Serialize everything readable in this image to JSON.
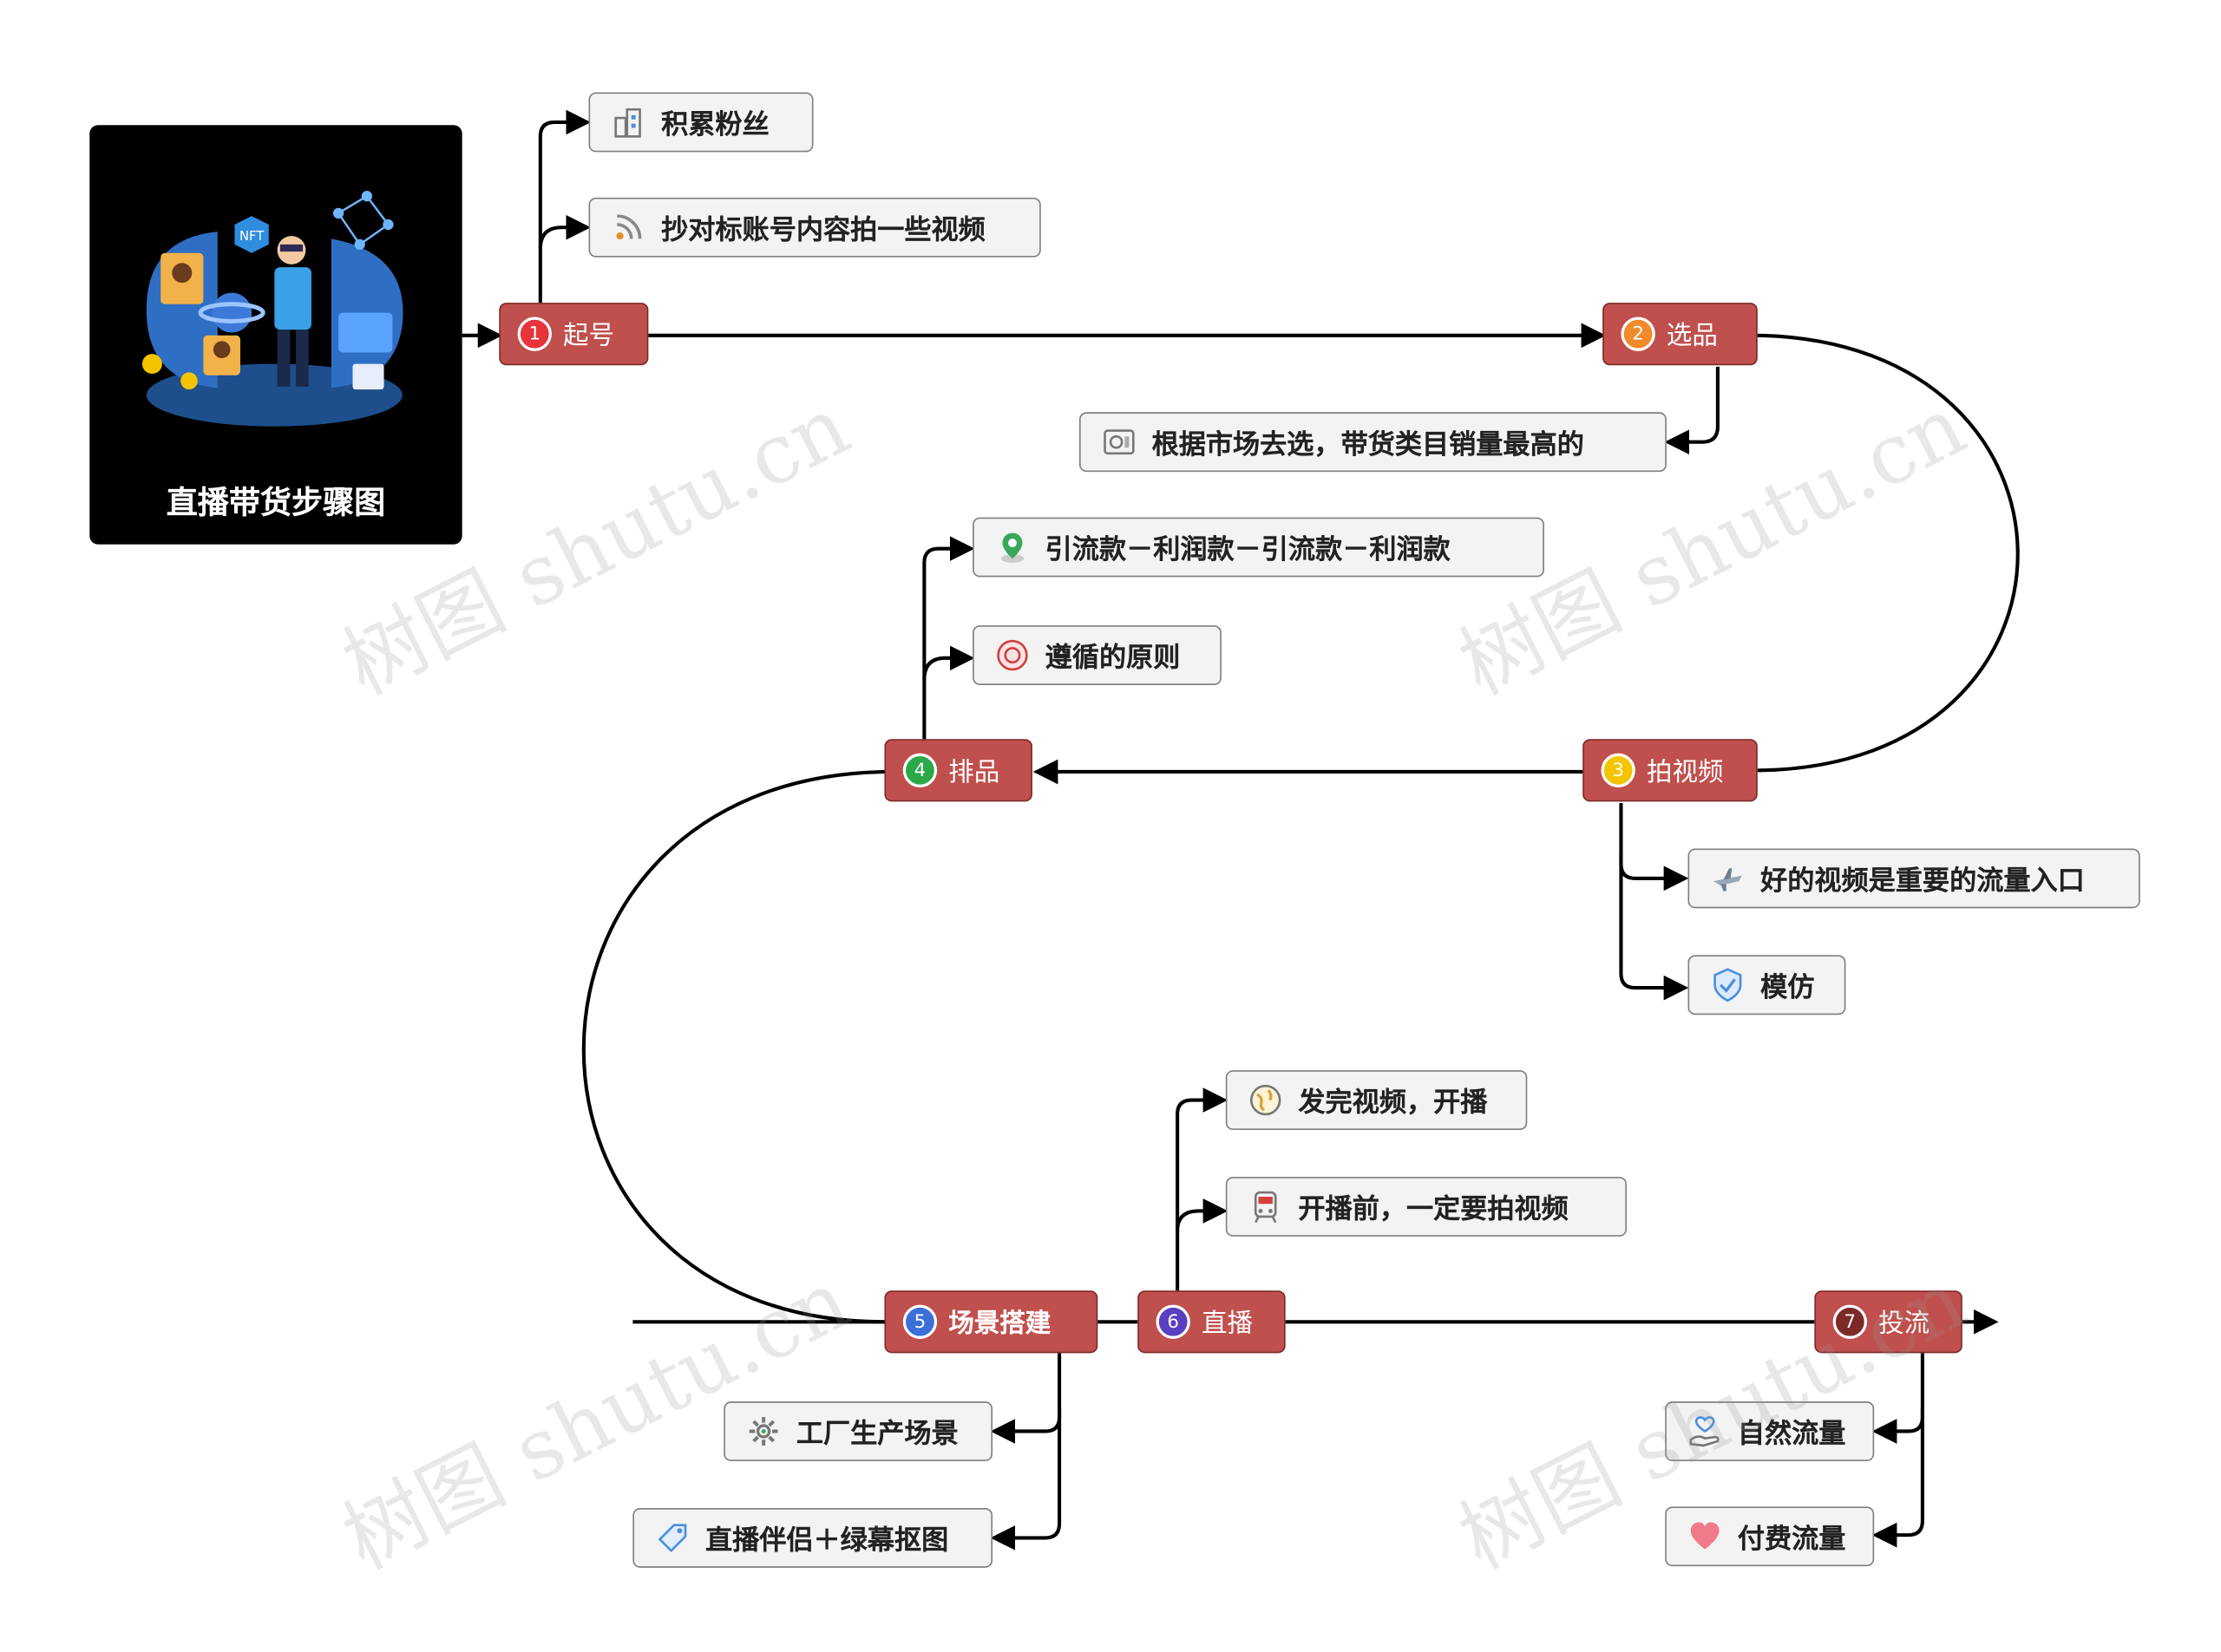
{
  "title": "直播带货步骤图",
  "steps": [
    {
      "num": "1",
      "label": "起号",
      "badge_color": "#e8333a"
    },
    {
      "num": "2",
      "label": "选品",
      "badge_color": "#f08a2a"
    },
    {
      "num": "3",
      "label": "拍视频",
      "badge_color": "#f5c400"
    },
    {
      "num": "4",
      "label": "排品",
      "badge_color": "#2aa84a"
    },
    {
      "num": "5",
      "label": "场景搭建",
      "badge_color": "#3a6fd8"
    },
    {
      "num": "6",
      "label": "直播",
      "badge_color": "#5a3fc0"
    },
    {
      "num": "7",
      "label": "投流",
      "badge_color": "#7b2a28"
    }
  ],
  "leaves": {
    "s1a": {
      "label": "积累粉丝",
      "icon": "building-icon"
    },
    "s1b": {
      "label": "抄对标账号内容拍一些视频",
      "icon": "rss-icon"
    },
    "s2a": {
      "label": "根据市场去选，带货类目销量最高的",
      "icon": "safe-icon"
    },
    "s4a": {
      "label": "引流款－利润款－引流款－利润款",
      "icon": "map-pin-icon"
    },
    "s4b": {
      "label": "遵循的原则",
      "icon": "stamp-icon"
    },
    "s3a": {
      "label": "好的视频是重要的流量入口",
      "icon": "airplane-icon"
    },
    "s3b": {
      "label": "模仿",
      "icon": "shield-check-icon"
    },
    "s6a": {
      "label": "发完视频，开播",
      "icon": "globe-icon"
    },
    "s6b": {
      "label": "开播前，一定要拍视频",
      "icon": "train-icon"
    },
    "s5a": {
      "label": "工厂生产场景",
      "icon": "gear-icon"
    },
    "s5b": {
      "label": "直播伴侣＋绿幕抠图",
      "icon": "tag-icon"
    },
    "s7a": {
      "label": "自然流量",
      "icon": "hand-heart-icon"
    },
    "s7b": {
      "label": "付费流量",
      "icon": "heart-icon"
    }
  },
  "colors": {
    "step_fill": "#c0504d",
    "leaf_fill": "#f3f3f3",
    "line": "#000000"
  },
  "watermark": "树图 shutu.cn"
}
